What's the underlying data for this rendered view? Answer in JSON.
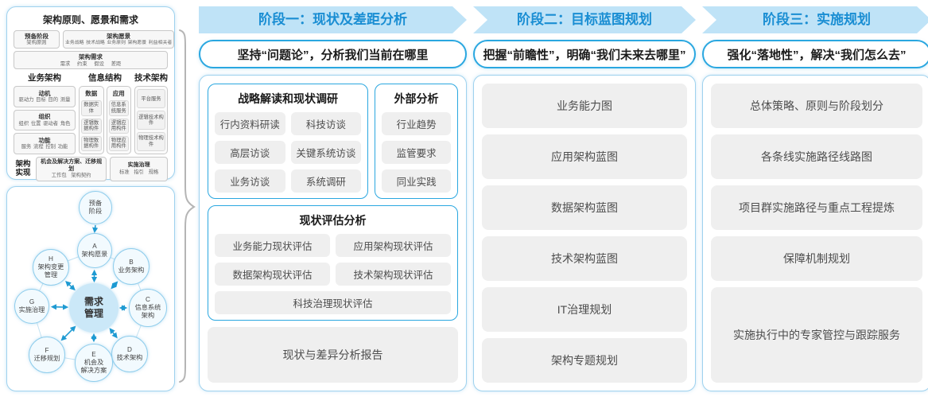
{
  "colors": {
    "accent_blue": "#29a7e0",
    "band_background": "#bfe3f7",
    "band_text": "#1a8ed3",
    "arrow_blue": "#1e9ad2",
    "panel_border": "#9fd2ee",
    "gray_box": "#efefef"
  },
  "acf": {
    "title": "架构原则、愿景和需求",
    "prep_title": "预备阶段",
    "prep_sub": "架构原则",
    "vision_title": "架构愿景",
    "vision_sub": "业务战略 技术战略 业务原则 架构愿景 利益相关者",
    "req_title": "架构需求",
    "req_sub": "需求 约束 假设 差距",
    "biz_header": "业务架构",
    "info_header": "信息结构",
    "tech_header": "技术架构",
    "biz_boxes": [
      {
        "title": "动机",
        "sub": "驱动力 目标 目的 测量"
      },
      {
        "title": "组织",
        "sub": "组织 位置 驱动者 角色"
      },
      {
        "title": "功能",
        "sub": "服务 流程 控制 功能"
      }
    ],
    "data_group": {
      "title": "数据",
      "items": [
        "数据实体",
        "逻辑数据构件",
        "物理数据构件"
      ]
    },
    "app_group": {
      "title": "应用",
      "items": [
        "信息系统服务",
        "逻辑应用构件",
        "物理应用构件"
      ]
    },
    "tech_items": [
      "平台服务",
      "逻辑技术构件",
      "物理技术构件"
    ],
    "real_label": "架构实现",
    "real_box1_title": "机会及解决方案、迁移规划",
    "real_box1_sub": "工作包 架构契约",
    "real_box2_title": "实施治理",
    "real_box2_sub": "标准 指引 规格"
  },
  "adm": {
    "center": [
      "需求",
      "管理"
    ],
    "nodes": [
      {
        "id": "prep",
        "lines": [
          "预备",
          "阶段"
        ]
      },
      {
        "id": "A",
        "lines": [
          "A",
          "架构愿景"
        ]
      },
      {
        "id": "B",
        "lines": [
          "B",
          "业务架构"
        ]
      },
      {
        "id": "C",
        "lines": [
          "C",
          "信息系统",
          "架构"
        ]
      },
      {
        "id": "D",
        "lines": [
          "D",
          "技术架构"
        ]
      },
      {
        "id": "E",
        "lines": [
          "E",
          "机会及",
          "解决方案"
        ]
      },
      {
        "id": "F",
        "lines": [
          "F",
          "迁移规划"
        ]
      },
      {
        "id": "G",
        "lines": [
          "G",
          "实施治理"
        ]
      },
      {
        "id": "H",
        "lines": [
          "H",
          "架构变更",
          "管理"
        ]
      }
    ]
  },
  "phases": [
    {
      "band": "阶段一：现状及差距分析",
      "subtitle": "坚持“问题论”，分析我们当前在哪里",
      "survey": {
        "title": "战略解读和现状调研",
        "items": [
          "行内资料研读",
          "科技访谈",
          "高层访谈",
          "关键系统访谈",
          "业务访谈",
          "系统调研"
        ]
      },
      "external": {
        "title": "外部分析",
        "items": [
          "行业趋势",
          "监管要求",
          "同业实践"
        ]
      },
      "assessment": {
        "title": "现状评估分析",
        "items": [
          "业务能力现状评估",
          "应用架构现状评估",
          "数据架构现状评估",
          "技术架构现状评估",
          "科技治理现状评估"
        ]
      },
      "report": "现状与差异分析报告"
    },
    {
      "band": "阶段二：目标蓝图规划",
      "subtitle": "把握“前瞻性”，明确“我们未来去哪里”",
      "items": [
        "业务能力图",
        "应用架构蓝图",
        "数据架构蓝图",
        "技术架构蓝图",
        "IT治理规划",
        "架构专题规划"
      ]
    },
    {
      "band": "阶段三：实施规划",
      "subtitle": "强化“落地性”，解决“我们怎么去”",
      "items": [
        "总体策略、原则与阶段划分",
        "各条线实施路径线路图",
        "项目群实施路径与重点工程提炼",
        "保障机制规划",
        "实施执行中的专家管控与跟踪服务"
      ]
    }
  ]
}
